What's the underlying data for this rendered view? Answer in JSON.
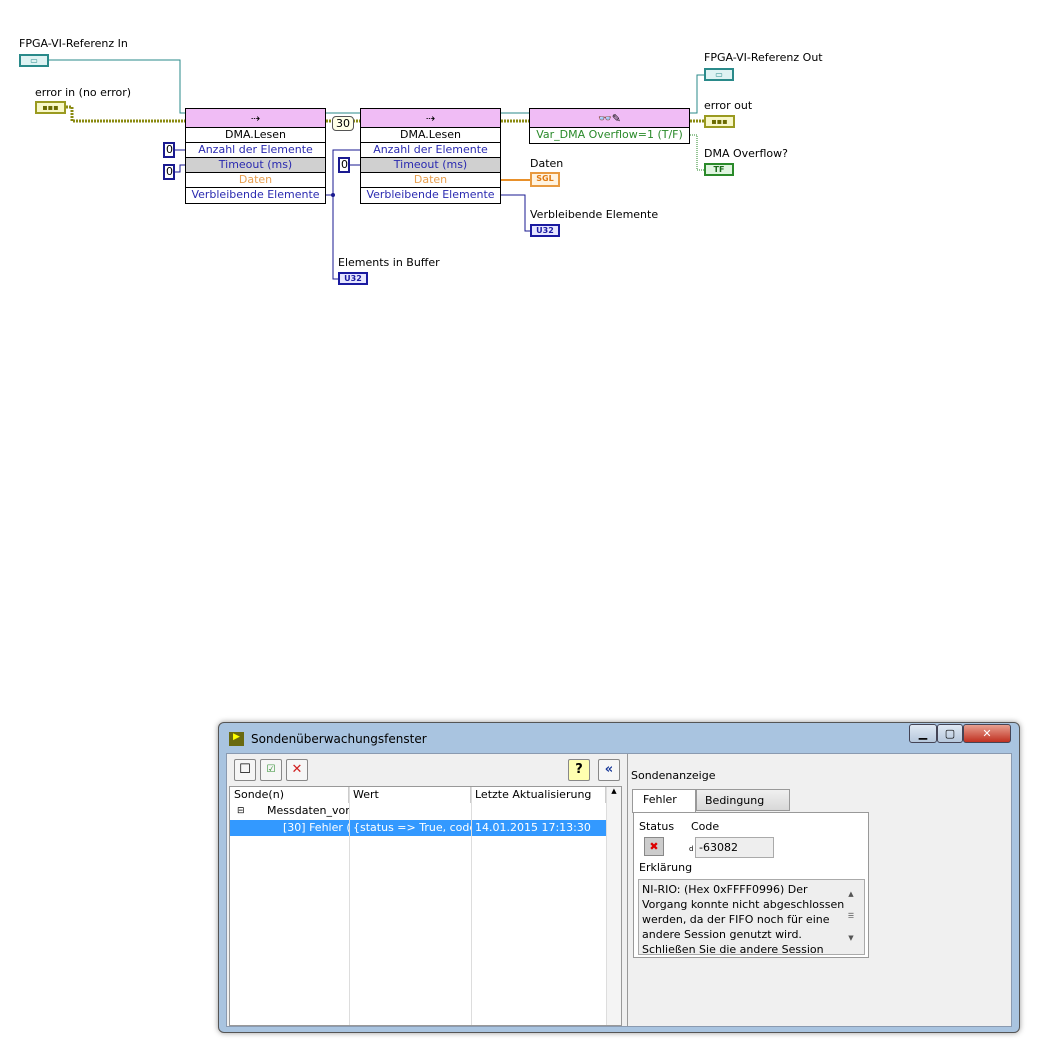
{
  "diagram": {
    "fpga_ref_in": "FPGA-VI-Referenz In",
    "error_in": "error in (no error)",
    "fpga_ref_out": "FPGA-VI-Referenz Out",
    "error_out": "error out",
    "dma_overflow": "DMA Overflow?",
    "daten": "Daten",
    "verbleibende": "Verbleibende Elemente",
    "elements_in_buffer": "Elements in Buffer",
    "probe_label": "30",
    "sgl": "SGL",
    "u32": "U32",
    "tf": "TF",
    "node1": {
      "title": "DMA.Lesen",
      "rows": [
        "Anzahl der Elemente",
        "Timeout (ms)",
        "Daten",
        "Verbleibende Elemente"
      ]
    },
    "node2": {
      "title": "DMA.Lesen",
      "rows": [
        "Anzahl der Elemente",
        "Timeout (ms)",
        "Daten",
        "Verbleibende Elemente"
      ]
    },
    "node3": {
      "row": "Var_DMA Overflow=1 (T/F)"
    },
    "constants": [
      "0",
      "0",
      "0"
    ]
  },
  "window": {
    "title": "Sondenüberwachungsfenster",
    "columns": [
      "Sonde(n)",
      "Wert",
      "Letzte Aktualisierung"
    ],
    "tree_parent": "Messdaten_vor",
    "row": {
      "probe": "[30] Fehler (",
      "value": "{status => True, code",
      "updated": "14.01.2015 17:13:30"
    },
    "display_title": "Sondenanzeige",
    "tabs": [
      "Fehler",
      "Bedingung"
    ],
    "status_label": "Status",
    "code_label": "Code",
    "code_prefix": "d",
    "code_value": "-63082",
    "explanation_label": "Erklärung",
    "explanation": "NI-RIO:  (Hex 0xFFFF0996) Der Vorgang konnte nicht abgeschlossen werden, da der FIFO noch für eine andere Session genutzt wird. Schließen Sie die andere Session und"
  }
}
